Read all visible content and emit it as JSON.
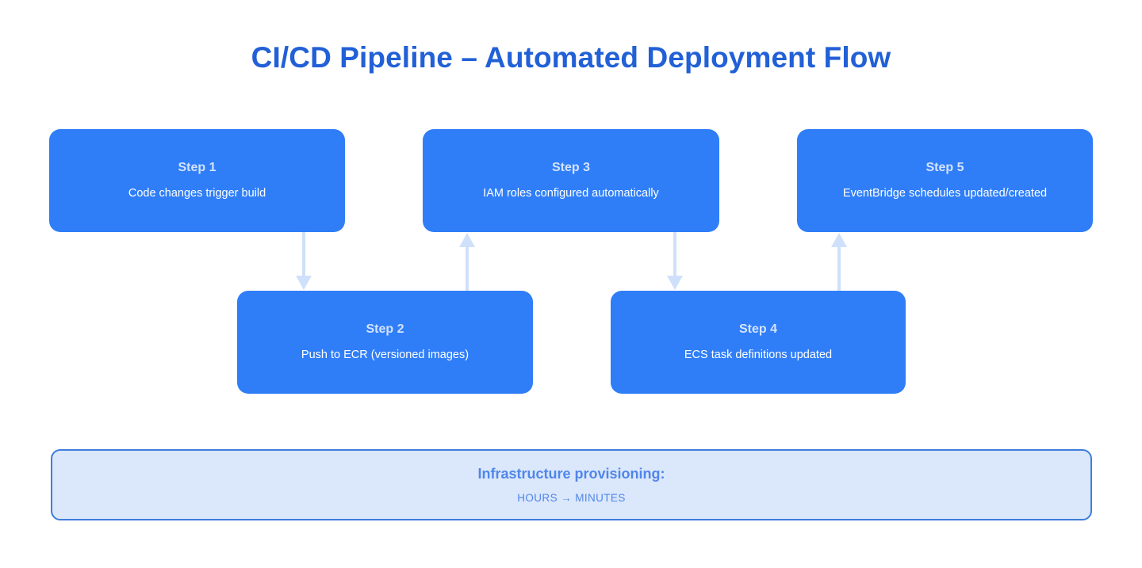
{
  "diagram": {
    "title": "CI/CD Pipeline – Automated Deployment Flow",
    "title_color": "#2160d6",
    "background_color": "#ffffff",
    "box_color": "#2f7ef8",
    "box_title_color": "#d4e3fd",
    "box_text_color": "#ffffff",
    "arrow_color": "#cfe0fa",
    "steps": [
      {
        "title": "Step 1",
        "desc": "Code changes trigger build"
      },
      {
        "title": "Step 2",
        "desc": "Push to ECR (versioned images)"
      },
      {
        "title": "Step 3",
        "desc": "IAM roles configured automatically"
      },
      {
        "title": "Step 4",
        "desc": "ECS task definitions updated"
      },
      {
        "title": "Step 5",
        "desc": "EventBridge schedules updated/created"
      }
    ],
    "connectors": [
      {
        "from": "Step 1",
        "to": "Step 2",
        "direction": "down"
      },
      {
        "from": "Step 2",
        "to": "Step 3",
        "direction": "up"
      },
      {
        "from": "Step 3",
        "to": "Step 4",
        "direction": "down"
      },
      {
        "from": "Step 4",
        "to": "Step 5",
        "direction": "up"
      }
    ],
    "banner": {
      "title": "Infrastructure provisioning:",
      "subtitle": "HOURS → MINUTES",
      "background_color": "#dbe7fb",
      "border_color": "#3d7ddc",
      "text_color": "#4f86e9"
    }
  }
}
